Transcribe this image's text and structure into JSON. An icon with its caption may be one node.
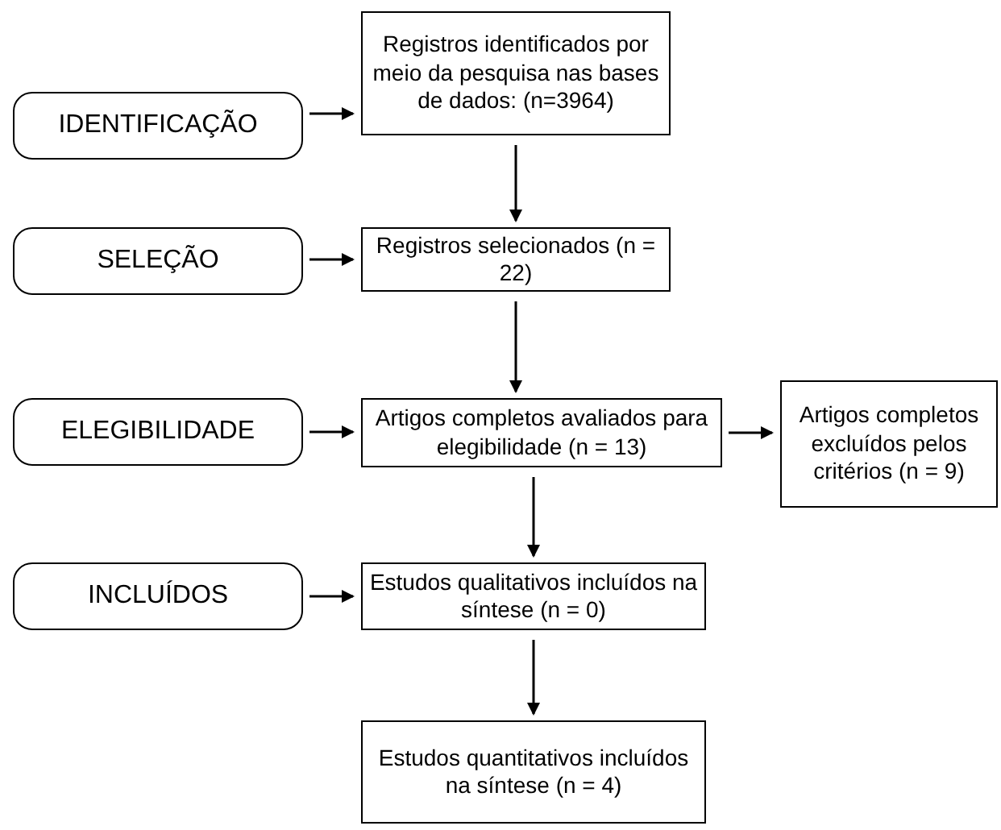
{
  "diagram": {
    "nodes": [
      {
        "text": [
          "IDENTIFICAÇÃO"
        ]
      },
      {
        "text": [
          "Registros identificados por meio da pesquisa nas bases de dados: (n=3964)"
        ]
      },
      {
        "text": [
          "SELEÇÃO"
        ]
      },
      {
        "text": [
          "Registros selecionados (n = 22)"
        ]
      },
      {
        "text": [
          "ELEGIBILIDADE"
        ]
      },
      {
        "text": [
          "Artigos completos avaliados para elegibilidade (n = 13)"
        ]
      },
      {
        "text": [
          "Artigos completos excluídos pelos critérios (n = 9)"
        ]
      },
      {
        "text": [
          "INCLUÍDOS"
        ]
      },
      {
        "text": [
          "Estudos qualitativos incluídos na síntese (n = 0)"
        ]
      },
      {
        "text": [
          "Estudos quantitativos incluídos na síntese (n = 4)"
        ]
      }
    ],
    "edges": [
      {
        "from": 0,
        "to": 1,
        "arrow": "to"
      },
      {
        "from": 1,
        "to": 3,
        "arrow": "to"
      },
      {
        "from": 2,
        "to": 3,
        "arrow": "to"
      },
      {
        "from": 3,
        "to": 5,
        "arrow": "to"
      },
      {
        "from": 4,
        "to": 5,
        "arrow": "to"
      },
      {
        "from": 5,
        "to": 6,
        "arrow": "to"
      },
      {
        "from": 5,
        "to": 8,
        "arrow": "to"
      },
      {
        "from": 7,
        "to": 8,
        "arrow": "to"
      },
      {
        "from": 8,
        "to": 9,
        "arrow": "to"
      }
    ]
  }
}
